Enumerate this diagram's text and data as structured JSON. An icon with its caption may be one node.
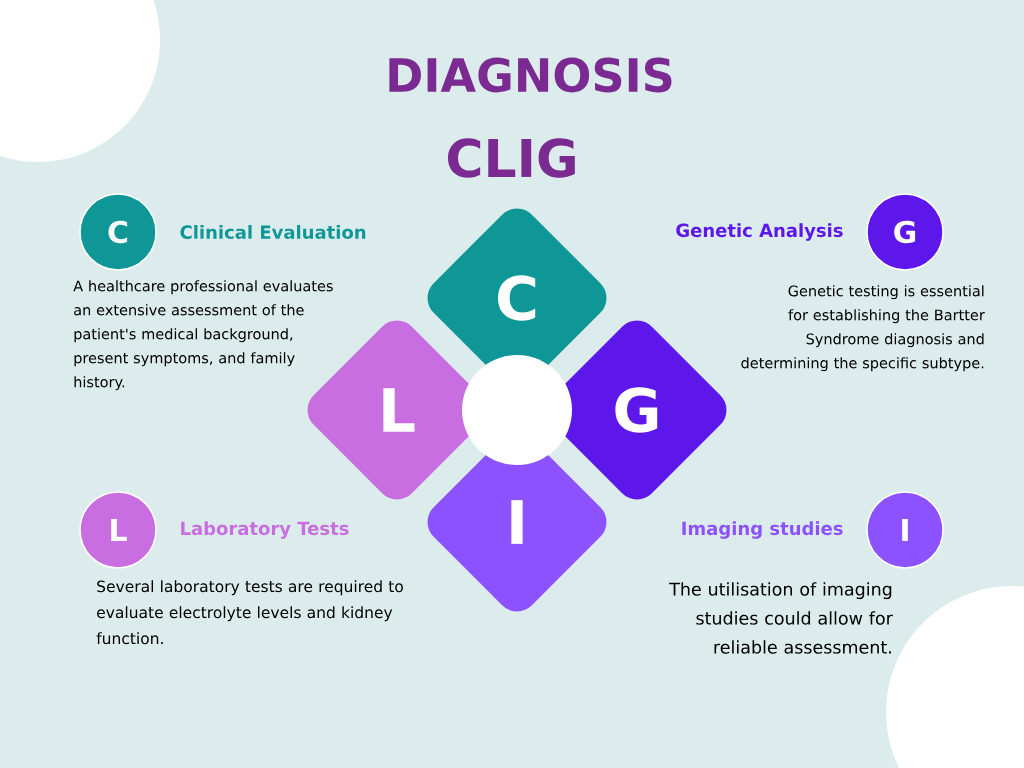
{
  "diagram": {
    "title": "DIAGNOSIS",
    "nodes": [
      {
        "text": [
          "C"
        ],
        "beside": [
          "Clinical Evaluation"
        ]
      },
      {
        "text": [
          "G"
        ],
        "beside": [
          "Genetic Analysis"
        ]
      },
      {
        "text": [
          "L"
        ],
        "beside": [
          "Laboratory Tests"
        ]
      },
      {
        "text": [
          "I"
        ],
        "beside": [
          "Imaging studies"
        ]
      },
      {
        "text": [
          "C"
        ]
      },
      {
        "text": [
          "L"
        ]
      },
      {
        "text": [
          "G"
        ]
      },
      {
        "text": [
          "I"
        ]
      },
      {
        "text": [],
        "shape": "circle"
      }
    ],
    "labels": [
      "CLIG",
      "A healthcare professional evaluates an extensive assessment of the patient's medical background, present symptoms, and family history.",
      "Genetic testing is essential for establishing the Bartter Syndrome diagnosis and determining the specific subtype.",
      "Several laboratory tests are required to evaluate electrolyte levels and kidney function.",
      "The utilisation of imaging studies could allow for reliable assessment."
    ]
  }
}
